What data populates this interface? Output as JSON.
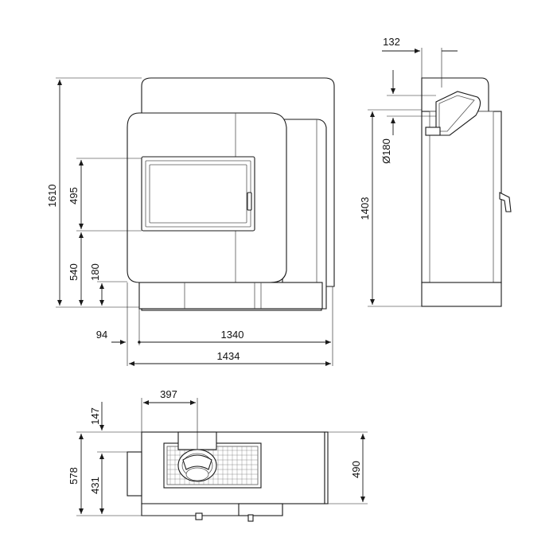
{
  "dimensions": {
    "front_height_total": "1610",
    "front_glass_height": "495",
    "front_lower_540": "540",
    "front_lower_180": "180",
    "front_left_offset": "94",
    "front_width_inner": "1340",
    "front_width_total": "1434",
    "side_top_offset": "132",
    "side_flue_diameter": "Ø180",
    "side_height": "1403",
    "top_flue_offset": "397",
    "top_147": "147",
    "top_depth_total": "578",
    "top_431": "431",
    "top_depth_right": "490"
  },
  "colors": {
    "line": "#1a1a1a",
    "fill": "#ffffff",
    "shade": "#f2f2f2"
  }
}
